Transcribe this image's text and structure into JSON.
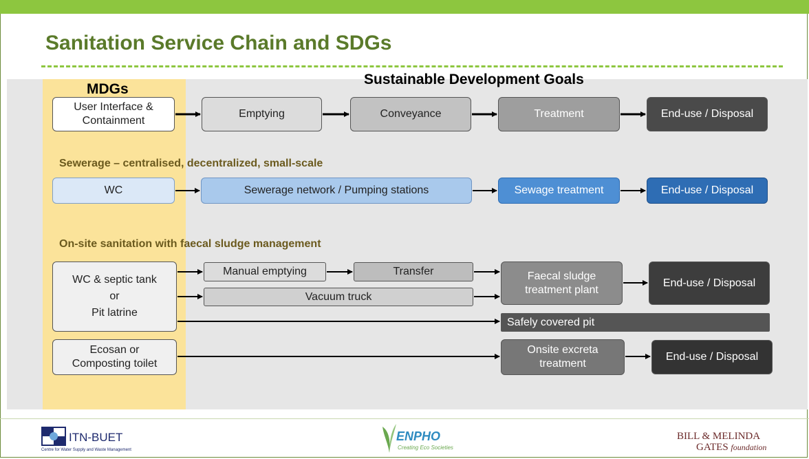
{
  "title": "Sanitation Service Chain and SDGs",
  "mdgs": "MDGs",
  "sdgs": "Sustainable Development Goals",
  "row1": {
    "user_interface": "User Interface &",
    "containment": "Containment",
    "emptying": "Emptying",
    "conveyance": "Conveyance",
    "treatment": "Treatment",
    "end_use": "End-use / Disposal"
  },
  "sewerage": {
    "heading": "Sewerage – centralised, decentralized, small-scale",
    "wc": "WC",
    "network": "Sewerage network / Pumping stations",
    "treatment": "Sewage treatment",
    "end_use": "End-use / Disposal"
  },
  "onsite": {
    "heading": "On-site sanitation with faecal sludge management",
    "source_line1": "WC & septic tank",
    "source_line2": "or",
    "source_line3": "Pit latrine",
    "manual": "Manual emptying",
    "transfer": "Transfer",
    "vacuum": "Vacuum truck",
    "fstp_line1": "Faecal sludge",
    "fstp_line2": "treatment plant",
    "end_use": "End-use / Disposal",
    "pit": "Safely covered pit",
    "ecosan_line1": "Ecosan or",
    "ecosan_line2": "Composting toilet",
    "onsite_line1": "Onsite excreta",
    "onsite_line2": "treatment",
    "end_use2": "End-use / Disposal"
  },
  "logos": {
    "itn": "ITN-BUET",
    "itn_sub": "Centre for Water Supply and Waste Management",
    "enpho": "ENPHO",
    "enpho_sub": "Creating Eco Societies",
    "gates_line1": "BILL & MELINDA",
    "gates_line2": "GATES",
    "gates_line3": "foundation"
  },
  "colors": {
    "accent_green": "#8dc63f",
    "title_green": "#5a7a2a",
    "mdg_yellow": "#fbe39a",
    "sewer_light": "#dbe8f7",
    "sewer_mid": "#a9c9ec",
    "sewer_blue": "#4e8fd4",
    "sewer_dark": "#2e6db4"
  }
}
